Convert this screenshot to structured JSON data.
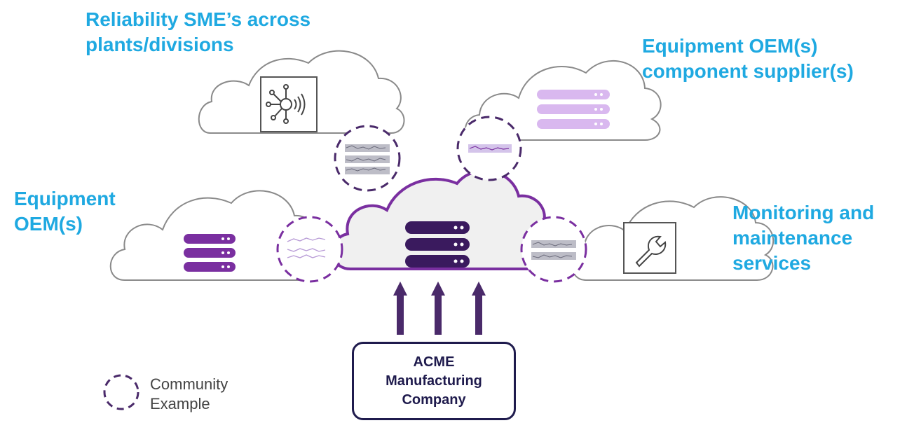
{
  "labels": {
    "reliability": [
      "Reliability SME’s across",
      "plants/divisions"
    ],
    "oem_component": [
      "Equipment OEM(s)",
      "component supplier(s)"
    ],
    "oem": [
      "Equipment",
      "OEM(s)"
    ],
    "monitoring": [
      "Monitoring and",
      "maintenance",
      "services"
    ]
  },
  "company": [
    "ACME",
    "Manufacturing",
    "Company"
  ],
  "legend": [
    "Community",
    "Example"
  ],
  "colors": {
    "label_blue": "#1fa9e1",
    "dark_purple": "#3a1a5e",
    "mid_purple": "#7a2fa0",
    "light_purple": "#c9a6e3",
    "cloud_outline": "#8a8a8a",
    "navy": "#1f1b4d"
  },
  "icons": {
    "reliability_cloud": "network-sensor-icon",
    "oem_component_cloud": "server-stack-icon",
    "oem_cloud": "server-stack-icon",
    "center_cloud": "server-stack-icon",
    "monitoring_cloud": "wrench-icon"
  }
}
